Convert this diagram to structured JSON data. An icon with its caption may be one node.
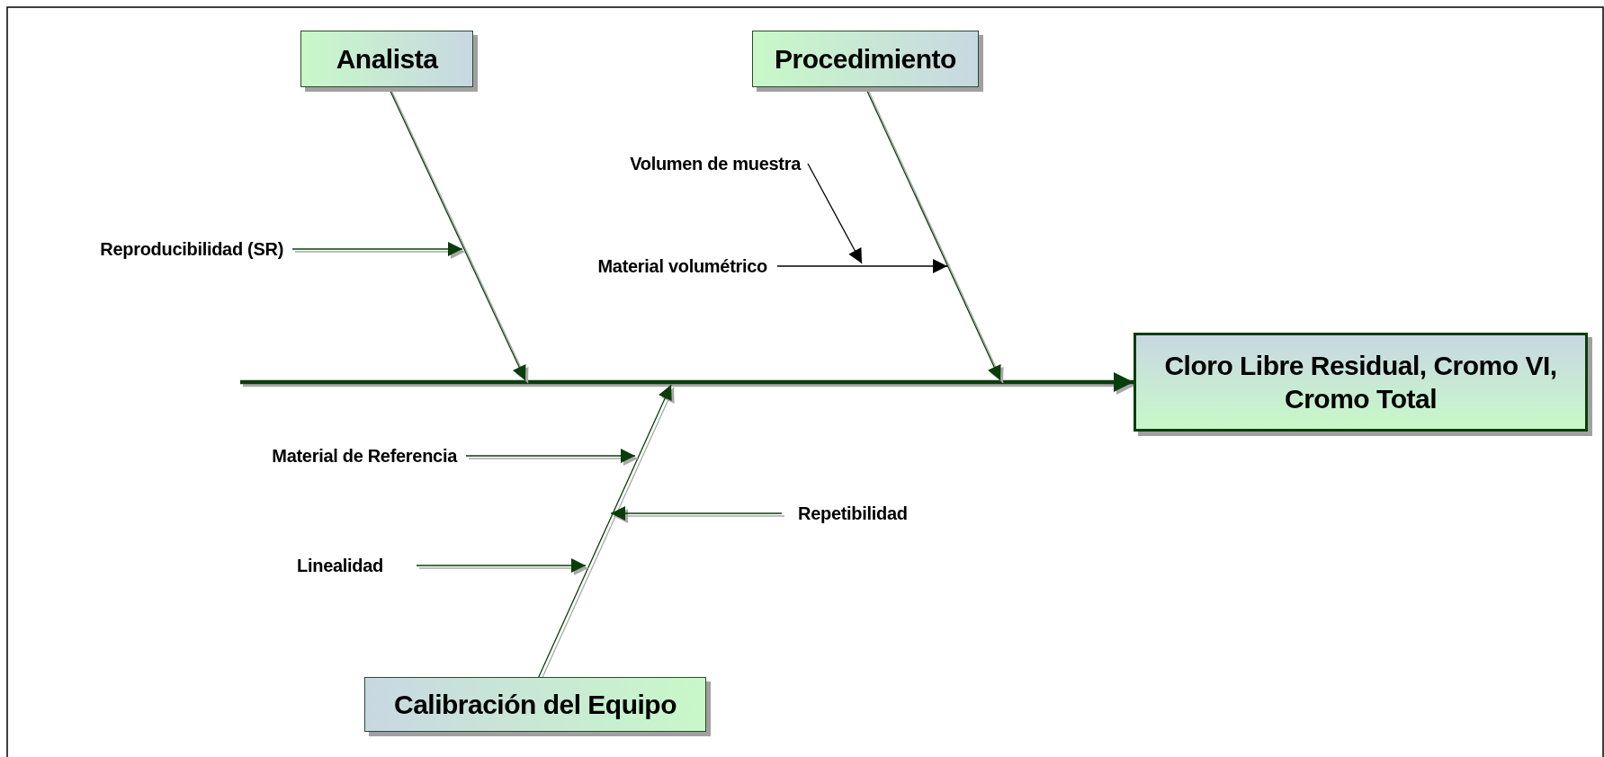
{
  "diagram": {
    "nodes": [
      {
        "text": [
          "Analista"
        ]
      },
      {
        "text": [
          "Procedimiento"
        ]
      },
      {
        "text": [
          "Cloro Libre Residual, Cromo VI, Cromo Total"
        ]
      },
      {
        "text": [
          "Calibración del Equipo"
        ]
      },
      {
        "text": [
          "Reproducibilidad (SR)"
        ]
      },
      {
        "text": [
          "Volumen de muestra"
        ]
      },
      {
        "text": [
          "Material volumétrico"
        ]
      },
      {
        "text": [
          "Material de Referencia"
        ]
      },
      {
        "text": [
          "Repetibilidad"
        ]
      },
      {
        "text": [
          "Linealidad"
        ]
      }
    ],
    "edges": [
      {
        "from": null,
        "to": 2,
        "arrow": "to",
        "style": "thick"
      },
      {
        "from": 0,
        "to": null,
        "arrow": "to"
      },
      {
        "from": 1,
        "to": null,
        "arrow": "to"
      },
      {
        "from": 3,
        "to": null,
        "arrow": "to"
      },
      {
        "from": 4,
        "to": null,
        "arrow": "to"
      },
      {
        "from": 5,
        "to": null,
        "arrow": "to",
        "color": "#000000"
      },
      {
        "from": 6,
        "to": null,
        "arrow": "to",
        "color": "#000000"
      },
      {
        "from": 7,
        "to": null,
        "arrow": "to"
      },
      {
        "from": 8,
        "to": null,
        "arrow": "to"
      },
      {
        "from": 9,
        "to": null,
        "arrow": "to"
      }
    ]
  }
}
